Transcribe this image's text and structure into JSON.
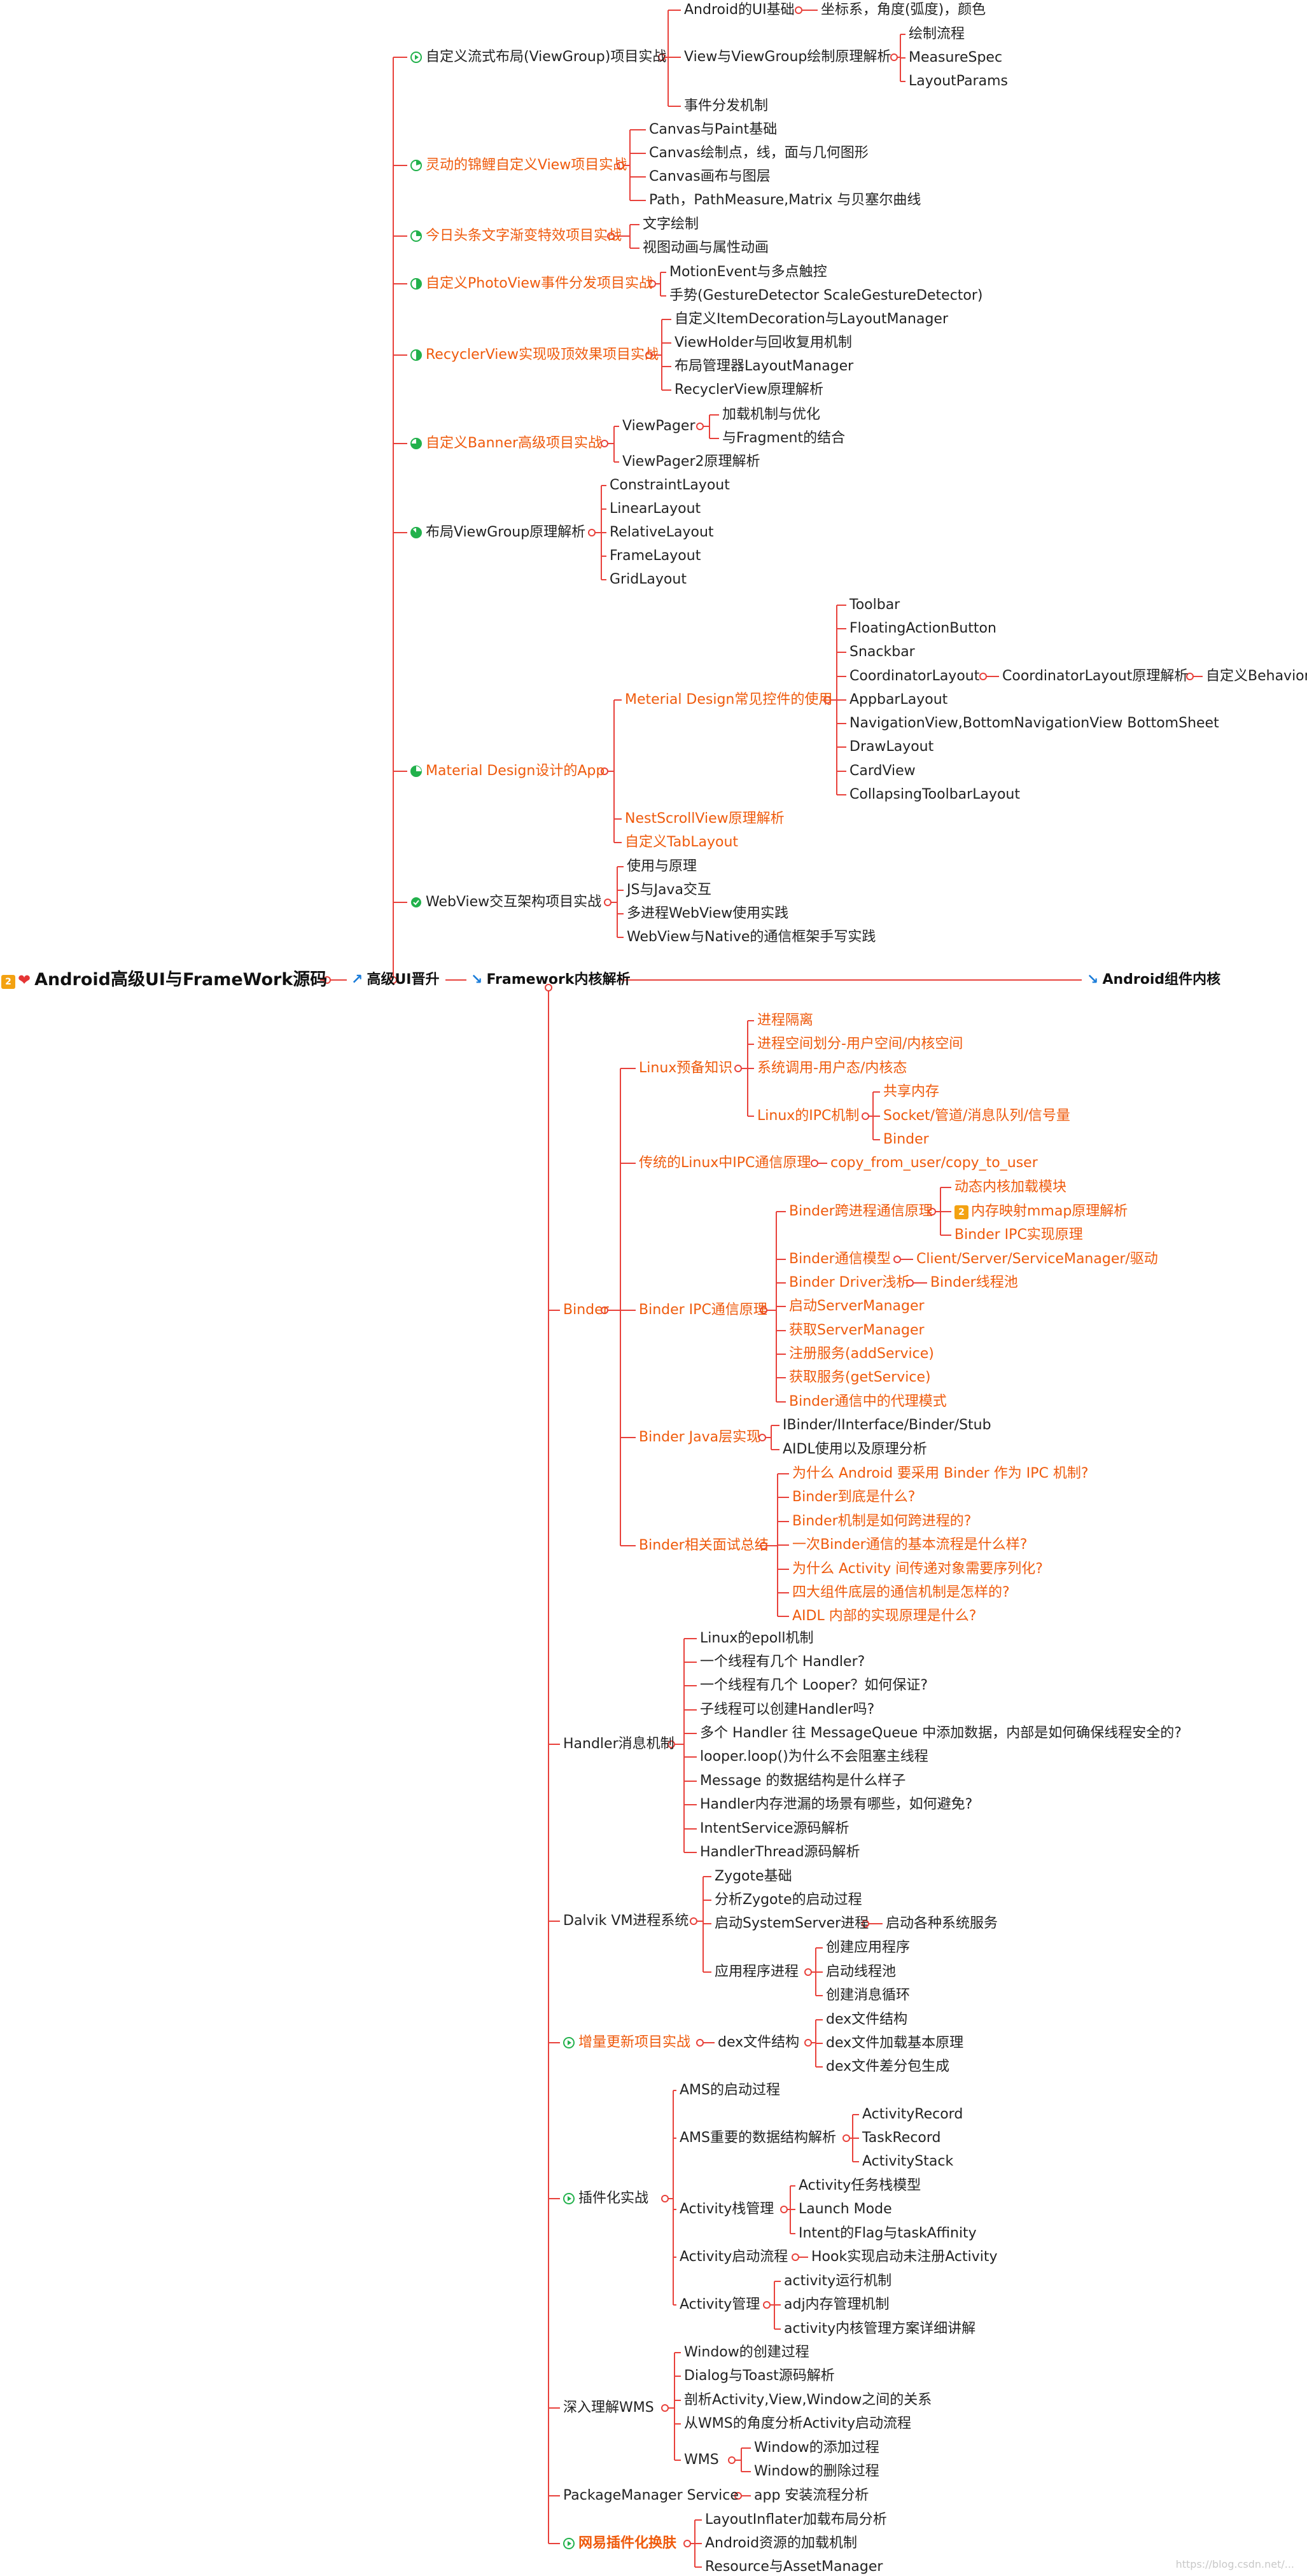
{
  "root_label": "Android高级UI与FrameWork源码",
  "root_badge": "2",
  "branches": {
    "ui": "高级UI晋升",
    "framework": "Framework内核解析",
    "components": "Android组件内核"
  },
  "watermark": "https://blog.csdn.net/...",
  "colors": {
    "line": "#e8413b",
    "orange_text": "#ef5a0c",
    "progress": "#22b14c",
    "badge": "#f3a212",
    "arrow": "#1a7cd9"
  },
  "ui": {
    "custom_flow_layout": "自定义流式布局(ViewGroup)项目实战",
    "android_ui_basics": "Android的UI基础",
    "coords_color": "坐标系，角度(弧度)，颜色",
    "view_viewgroup_draw": "View与ViewGroup绘制原理解析",
    "draw_flow": "绘制流程",
    "measure_spec": "MeasureSpec",
    "layout_params": "LayoutParams",
    "event_dispatch": "事件分发机制",
    "bezier_project": "灵动的锦鲤自定义View项目实战",
    "canvas_paint": "Canvas与Paint基础",
    "canvas_draw": "Canvas绘制点，线，面与几何图形",
    "canvas_layers": "Canvas画布与图层",
    "path_bezier": "Path，PathMeasure,Matrix 与贝塞尔曲线",
    "toutiao_project": "今日头条文字渐变特效项目实战",
    "text_draw": "文字绘制",
    "view_anim": "视图动画与属性动画",
    "photoview_project": "自定义PhotoView事件分发项目实战",
    "motion_event": "MotionEvent与多点触控",
    "gesture": "手势(GestureDetector ScaleGestureDetector)",
    "recycler_project": "RecyclerView实现吸顶效果项目实战",
    "item_decoration": "自定义ItemDecoration与LayoutManager",
    "viewholder": "ViewHolder与回收复用机制",
    "layout_manager": "布局管理器LayoutManager",
    "recycler_principle": "RecyclerView原理解析",
    "banner_project": "自定义Banner高级项目实战",
    "viewpager": "ViewPager",
    "vp_loading": "加载机制与优化",
    "vp_fragment": "与Fragment的结合",
    "viewpager2": "ViewPager2原理解析",
    "layout_analysis": "布局ViewGroup原理解析",
    "constraint": "ConstraintLayout",
    "linear": "LinearLayout",
    "relative": "RelativeLayout",
    "frame": "FrameLayout",
    "grid": "GridLayout",
    "md_app": "Material Design设计的App",
    "md_controls": "Meterial Design常见控件的使用",
    "toolbar": "Toolbar",
    "fab": "FloatingActionButton",
    "snackbar": "Snackbar",
    "coordinator": "CoordinatorLayout",
    "coordinator_principle": "CoordinatorLayout原理解析",
    "custom_behavior": "自定义Behavior",
    "appbar": "AppbarLayout",
    "navview": "NavigationView,BottomNavigationView BottomSheet",
    "drawlayout": "DrawLayout",
    "cardview": "CardView",
    "collapsing": "CollapsingToolbarLayout",
    "nestscroll": "NestScrollView原理解析",
    "custom_tab": "自定义TabLayout",
    "webview_project": "WebView交互架构项目实战",
    "wv_usage": "使用与原理",
    "wv_js": "JS与Java交互",
    "wv_multiprocess": "多进程WebView使用实践",
    "wv_native": "WebView与Native的通信框架手写实践"
  },
  "fw": {
    "binder": "Binder",
    "linux_basics": "Linux预备知识",
    "process_isolation": "进程隔离",
    "process_space": "进程空间划分-用户空间/内核空间",
    "syscall": "系统调用-用户态/内核态",
    "linux_ipc": "Linux的IPC机制",
    "shared_mem": "共享内存",
    "socket_pipe": "Socket/管道/消息队列/信号量",
    "ipc_binder": "Binder",
    "traditional_ipc": "传统的Linux中IPC通信原理",
    "copy_user": "copy_from_user/copy_to_user",
    "binder_ipc": "Binder IPC通信原理",
    "binder_cross": "Binder跨进程通信原理",
    "dyn_module": "动态内核加载模块",
    "mmap": "内存映射mmap原理解析",
    "mmap_badge": "2",
    "binder_ipc_impl": "Binder IPC实现原理",
    "binder_model": "Binder通信模型",
    "csm_driver": "Client/Server/ServiceManager/驱动",
    "binder_driver": "Binder Driver浅析",
    "binder_threadpool": "Binder线程池",
    "start_sm": "启动ServerManager",
    "get_sm": "获取ServerManager",
    "add_service": "注册服务(addService)",
    "get_service": "获取服务(getService)",
    "binder_proxy": "Binder通信中的代理模式",
    "binder_java": "Binder Java层实现",
    "ibinder": "IBinder/IInterface/Binder/Stub",
    "aidl": "AIDL使用以及原理分析",
    "binder_interview": "Binder相关面试总结",
    "q1": "为什么 Android 要采用 Binder 作为 IPC 机制?",
    "q2": "Binder到底是什么?",
    "q3": "Binder机制是如何跨进程的?",
    "q4": "一次Binder通信的基本流程是什么样?",
    "q5": "为什么 Activity 间传递对象需要序列化?",
    "q6": "四大组件底层的通信机制是怎样的?",
    "q7": "AIDL 内部的实现原理是什么?",
    "handler": "Handler消息机制",
    "h1": "Linux的epoll机制",
    "h2": "一个线程有几个 Handler?",
    "h3": "一个线程有几个 Looper？如何保证?",
    "h4": "子线程可以创建Handler吗?",
    "h5": "多个 Handler 往 MessageQueue 中添加数据，内部是如何确保线程安全的?",
    "h6": "looper.loop()为什么不会阻塞主线程",
    "h7": "Message 的数据结构是什么样子",
    "h8": "Handler内存泄漏的场景有哪些，如何避免?",
    "h9": "IntentService源码解析",
    "h10": "HandlerThread源码解析",
    "dalvik": "Dalvik VM进程系统",
    "zygote": "Zygote基础",
    "zygote_start": "分析Zygote的启动过程",
    "system_server": "启动SystemServer进程",
    "sys_services": "启动各种系统服务",
    "app_process": "应用程序进程",
    "create_app": "创建应用程序",
    "create_pool": "启动线程池",
    "create_loop": "创建消息循环",
    "hotfix": "增量更新项目实战",
    "dex_struct": "dex文件结构",
    "dex_s1": "dex文件结构",
    "dex_s2": "dex文件加载基本原理",
    "dex_s3": "dex文件差分包生成",
    "plugin": "插件化实战",
    "ams_start": "AMS的启动过程",
    "ams_struct": "AMS重要的数据结构解析",
    "activity_record": "ActivityRecord",
    "task_record": "TaskRecord",
    "activity_stack": "ActivityStack",
    "stack_mgr": "Activity栈管理",
    "task_model": "Activity任务栈模型",
    "launch_mode": "Launch Mode",
    "intent_flag": "Intent的Flag与taskAffinity",
    "activity_launch": "Activity启动流程",
    "hook_launch": "Hook实现启动未注册Activity",
    "activity_mgr": "Activity管理",
    "act_run": "activity运行机制",
    "adj_mem": "adj内存管理机制",
    "act_cache": "activity内核管理方案详细讲解",
    "wms": "深入理解WMS",
    "w1": "Window的创建过程",
    "w2": "Dialog与Toast源码解析",
    "w3": "剖析Activity,View,Window之间的关系",
    "w4": "从WMS的角度分析Activity启动流程",
    "wms_node": "WMS",
    "w_add": "Window的添加过程",
    "w_del": "Window的删除过程",
    "pms": "PackageManager Service",
    "pms_install": "app 安装流程分析",
    "skin": "网易插件化换肤",
    "skin1": "LayoutInflater加载布局分析",
    "skin2": "Android资源的加载机制",
    "skin3": "Resource与AssetManager"
  }
}
